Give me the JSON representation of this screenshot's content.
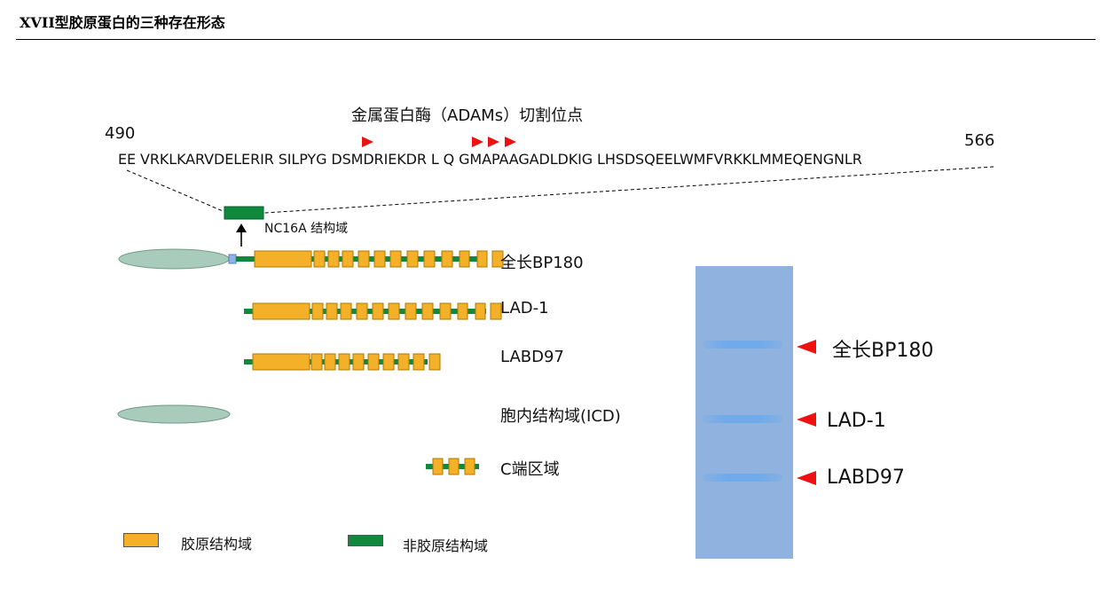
{
  "header": {
    "title": "XVII型胶原蛋白的三种存在形态"
  },
  "sequence": {
    "cleavage_title": "金属蛋白酶（ADAMs）切割位点",
    "start_pos": "490",
    "end_pos": "566",
    "text": "EE VRKLKARVDELERIR SILPYG DSMDRIEKDR L Q GMAPAAGADLDKIG LHSDSQEELWMFVRKKLMMEQENGNLR",
    "nc16a_label": "NC16A 结构域"
  },
  "forms": [
    {
      "label": "全长BP180"
    },
    {
      "label": "LAD-1"
    },
    {
      "label": "LABD97"
    },
    {
      "label": "胞内结构域(ICD)"
    },
    {
      "label": "C端区域"
    }
  ],
  "legend": [
    {
      "label": "胶原结构域",
      "color": "#f5b02a"
    },
    {
      "label": "非胶原结构域",
      "color": "#0f8a3c"
    }
  ],
  "gel": {
    "bands": [
      {
        "label": "全长BP180"
      },
      {
        "label": "LAD-1"
      },
      {
        "label": "LABD97"
      }
    ]
  },
  "colors": {
    "collagen": "#f5b02a",
    "noncollagen": "#0f8a3c",
    "icd": "#a8cbbb",
    "transmembrane": "#8fb2e8",
    "arrow": "#ee1111"
  }
}
